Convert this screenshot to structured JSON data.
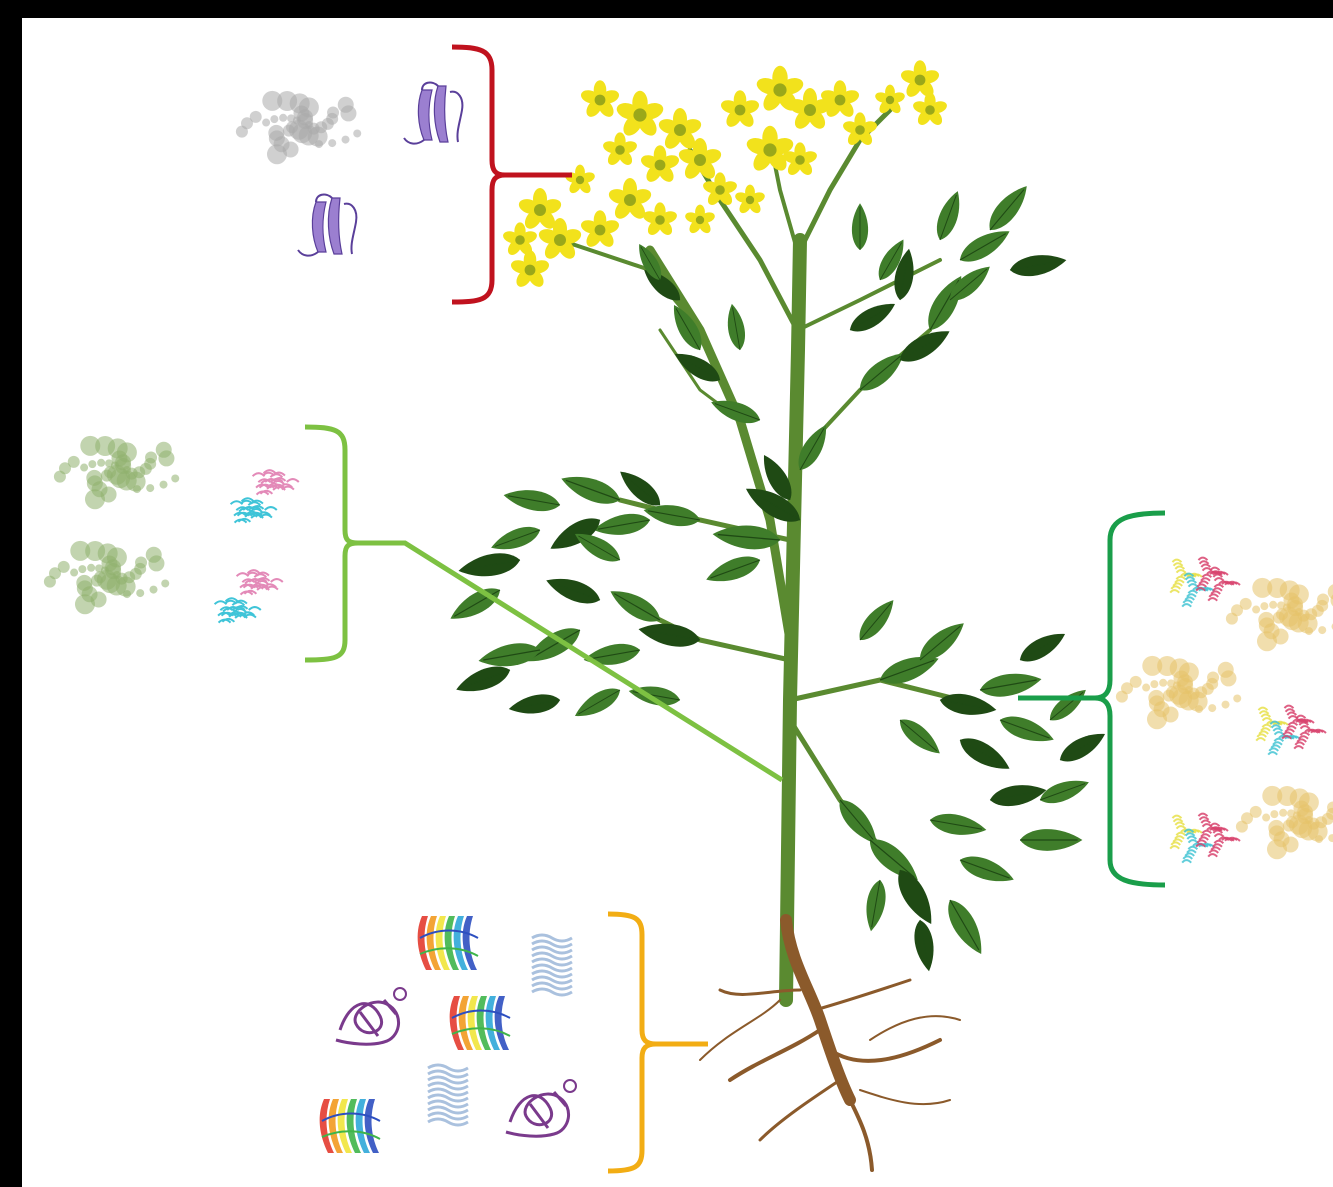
{
  "figure": {
    "kind": "plant diagram with protein structure groups",
    "background": "#ffffff",
    "frame_color": "#000000"
  },
  "plant": {
    "flower_color": "#f2e21c",
    "flower_center": "#9aa81a",
    "leaf_color": "#3f7d2a",
    "leaf_dark": "#1f4a14",
    "stem_color": "#5a8a30",
    "root_color": "#8b5a2b"
  },
  "groups": [
    {
      "organ": "flowers",
      "bracket_color": "#c0121e",
      "protein_colors": [
        "#9b7fd0",
        "#a9a9a9"
      ],
      "structure_icons": [
        "purple-ribbon-icon",
        "grey-assembly-icon"
      ]
    },
    {
      "organ": "stem",
      "bracket_color": "#7dc142",
      "protein_colors": [
        "#8fb06d",
        "#e38ab8",
        "#3fc4d8"
      ],
      "structure_icons": [
        "green-assembly-icon",
        "pink-cyan-dimer-icon"
      ]
    },
    {
      "organ": "leaves",
      "bracket_color": "#1a9e4a",
      "protein_colors": [
        "#e6c36a",
        "#d8446e",
        "#44c4d4",
        "#e7e04a"
      ],
      "structure_icons": [
        "multicolor-complex-icon",
        "gold-assembly-icon"
      ]
    },
    {
      "organ": "roots",
      "bracket_color": "#f2ad14",
      "protein_colors": [
        "#7a3a8c",
        "#9bb6d8",
        "#43b04a",
        "#2d6bd0"
      ],
      "structure_icons": [
        "rainbow-barrel-icon",
        "blue-helical-icon",
        "purple-knot-icon"
      ]
    }
  ]
}
